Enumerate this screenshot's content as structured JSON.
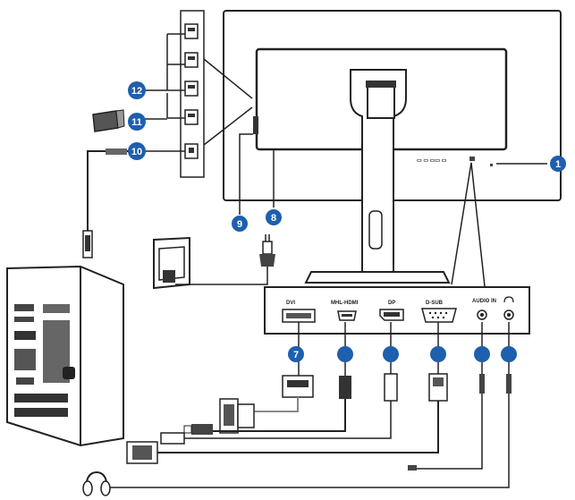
{
  "callouts": {
    "c1": "1",
    "c7": "7",
    "c8": "8",
    "c9": "9",
    "c10": "10",
    "c11": "11",
    "c12": "12"
  },
  "port_labels": {
    "dvi": "DVI",
    "hdmi": "MHL-HDMI",
    "dp": "DP",
    "vga": "D-SUB",
    "audio_in": "AUDIO IN",
    "headphone": "headphone-symbol"
  },
  "icons": [
    "monitor-front-frame",
    "monitor-back-panel",
    "monitor-stand",
    "usb-hub",
    "usb-flash-drive",
    "pc-tower",
    "power-outlet",
    "power-plug",
    "headphones",
    "dvi-connector",
    "vga-connector",
    "hdmi-connector",
    "displayport-connector",
    "audio-jack"
  ],
  "colors": {
    "callout": "#1e5fae",
    "line": "#222222"
  }
}
